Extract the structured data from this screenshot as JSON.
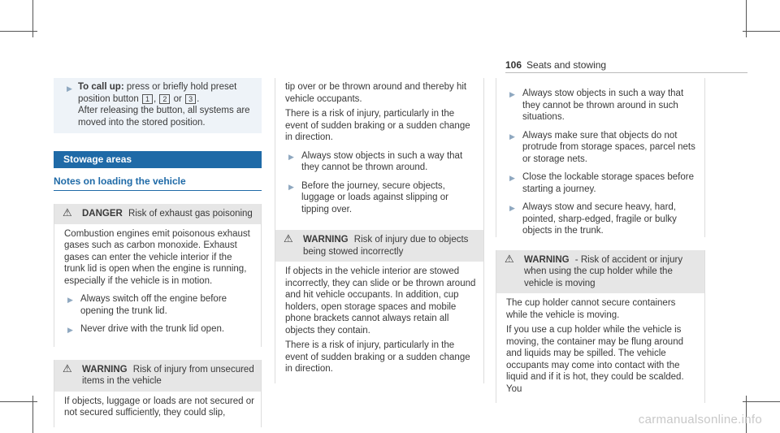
{
  "header": {
    "page_number": "106",
    "section": "Seats and stowing"
  },
  "col1": {
    "step_label": "To call up:",
    "step_text_1": "press or briefly hold preset position button",
    "key1": "1",
    "key2": "2",
    "key_or": "or",
    "key3": "3",
    "step_text_2": "After releasing the button, all systems are moved into the stored position.",
    "section_title": "Stowage areas",
    "subhead": "Notes on loading the vehicle",
    "danger_label": "DANGER",
    "danger_title": "Risk of exhaust gas poisoning",
    "danger_text": "Combustion engines emit poisonous exhaust gases such as carbon monoxide. Exhaust gases can enter the vehicle interior if the trunk lid is open when the engine is running, especially if the vehicle is in motion.",
    "bullet1": "Always switch off the engine before opening the trunk lid.",
    "bullet2": "Never drive with the trunk lid open.",
    "warning_label": "WARNING",
    "warning_title": "Risk of injury from unsecured items in the vehicle",
    "warning_text": "If objects, luggage or loads are not secured or not secured sufficiently, they could slip,"
  },
  "col2": {
    "p1": "tip over or be thrown around and thereby hit vehicle occupants.",
    "p2": "There is a risk of injury, particularly in the event of sudden braking or a sudden change in direction.",
    "bullet1": "Always stow objects in such a way that they cannot be thrown around.",
    "bullet2": "Before the journey, secure objects, luggage or loads against slipping or tipping over.",
    "warning_label": "WARNING",
    "warning_title": "Risk of injury due to objects being stowed incorrectly",
    "p3": "If objects in the vehicle interior are stowed incorrectly, they can slide or be thrown around and hit vehicle occupants. In addition, cup holders, open storage spaces and mobile phone brackets cannot always retain all objects they contain.",
    "p4": "There is a risk of injury, particularly in the event of sudden braking or a sudden change in direction."
  },
  "col3": {
    "bullet1": "Always stow objects in such a way that they cannot be thrown around in such situations.",
    "bullet2": "Always make sure that objects do not protrude from storage spaces, parcel nets or storage nets.",
    "bullet3": "Close the lockable storage spaces before starting a journey.",
    "bullet4": "Always stow and secure heavy, hard, pointed, sharp-edged, fragile or bulky objects in the trunk.",
    "warning_label": "WARNING",
    "warning_title": "- Risk of accident or injury when using the cup holder while the vehicle is moving",
    "p1": "The cup holder cannot secure containers while the vehicle is moving.",
    "p2": "If you use a cup holder while the vehicle is moving, the container may be flung around and liquids may be spilled. The vehicle occupants may come into contact with the liquid and if it is hot, they could be scalded. You"
  },
  "watermark": "carmanualsonline.info"
}
